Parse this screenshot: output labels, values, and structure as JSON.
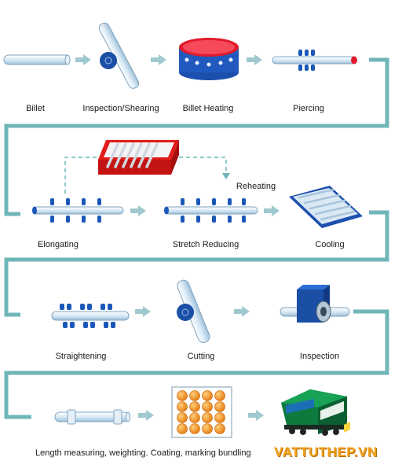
{
  "steps": {
    "billet": "Billet",
    "inspection_shearing": "Inspection/Shearing",
    "billet_heating": "Billet Heating",
    "piercing": "Piercing",
    "reheating": "Reheating",
    "elongating": "Elongating",
    "stretch_reducing": "Stretch Reducing",
    "cooling": "Cooling",
    "straightening": "Straightening",
    "cutting": "Cutting",
    "inspection": "Inspection",
    "final": "Length measuring, weighting. Coating, marking bundling"
  },
  "watermark": "VATTUTHEP.VN",
  "colors": {
    "connector": "#6fb6b8",
    "arrow": "#9fc9cf",
    "pipe": "#dcecf6",
    "roller": "#1a58b8",
    "furnace": "#e21b1b",
    "bundle": "#f28a1a"
  }
}
